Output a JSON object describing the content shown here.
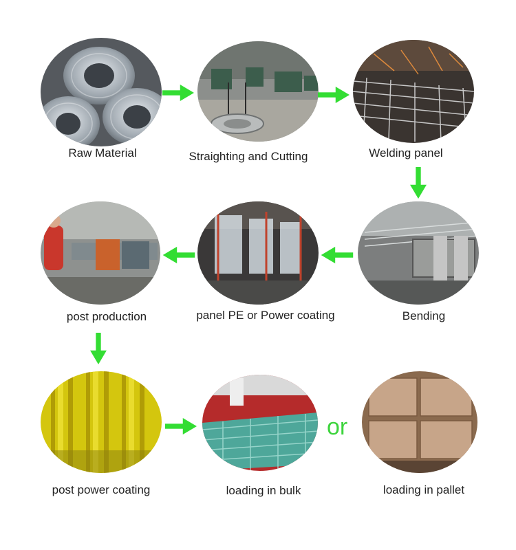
{
  "accent_color": "#33dd33",
  "steps": [
    {
      "label": "Raw Material",
      "image": "wire-coils-photo"
    },
    {
      "label": "Straighting and Cutting",
      "image": "straightening-machine-photo"
    },
    {
      "label": "Welding panel",
      "image": "welding-machine-photo"
    },
    {
      "label": "Bending",
      "image": "bending-machine-photo"
    },
    {
      "label": "panel PE or Power coating",
      "image": "coating-line-photo"
    },
    {
      "label": "post production",
      "image": "post-roll-forming-photo"
    },
    {
      "label": "post power coating",
      "image": "yellow-posts-photo"
    },
    {
      "label": "loading in bulk",
      "image": "panel-stack-photo"
    },
    {
      "label": "loading in pallet",
      "image": "pallet-boxes-photo"
    }
  ],
  "or_text": "or"
}
